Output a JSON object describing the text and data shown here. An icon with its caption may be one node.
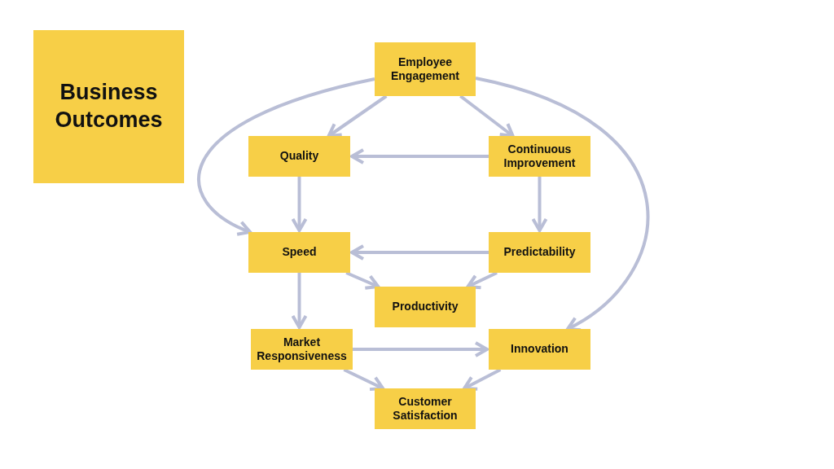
{
  "diagram": {
    "nodes": [
      {
        "text": [
          "Business Outcomes"
        ]
      },
      {
        "text": [
          "Employee Engagement"
        ]
      },
      {
        "text": [
          "Quality"
        ]
      },
      {
        "text": [
          "Continuous Improvement"
        ]
      },
      {
        "text": [
          "Speed"
        ]
      },
      {
        "text": [
          "Predictability"
        ]
      },
      {
        "text": [
          "Productivity"
        ]
      },
      {
        "text": [
          "Market Responsiveness"
        ]
      },
      {
        "text": [
          "Innovation"
        ]
      },
      {
        "text": [
          "Customer Satisfaction"
        ]
      }
    ],
    "edges": [
      {
        "from": 1,
        "to": 2,
        "arrow": "to"
      },
      {
        "from": 1,
        "to": 3,
        "arrow": "to"
      },
      {
        "from": 1,
        "to": 4,
        "arrow": "to"
      },
      {
        "from": 1,
        "to": 8,
        "arrow": "to"
      },
      {
        "from": 3,
        "to": 2,
        "arrow": "to"
      },
      {
        "from": 2,
        "to": 4,
        "arrow": "to"
      },
      {
        "from": 3,
        "to": 5,
        "arrow": "to"
      },
      {
        "from": 5,
        "to": 4,
        "arrow": "to"
      },
      {
        "from": 4,
        "to": 6,
        "arrow": "to"
      },
      {
        "from": 5,
        "to": 6,
        "arrow": "to"
      },
      {
        "from": 4,
        "to": 7,
        "arrow": "to"
      },
      {
        "from": 7,
        "to": 8,
        "arrow": "to"
      },
      {
        "from": 7,
        "to": 9,
        "arrow": "to"
      },
      {
        "from": 8,
        "to": 9,
        "arrow": "to"
      }
    ]
  }
}
